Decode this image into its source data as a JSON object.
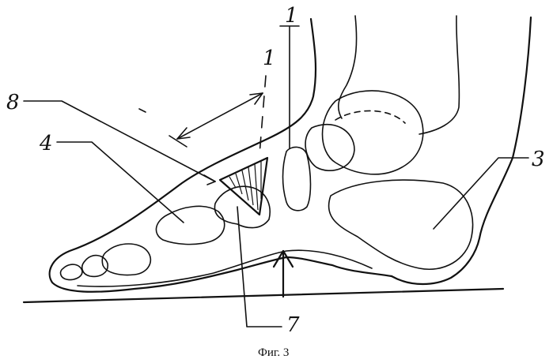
{
  "figure": {
    "caption": "Фиг. 3",
    "labels": {
      "one_top": "1",
      "one_dim": "1",
      "three": "3",
      "four": "4",
      "seven": "7",
      "eight": "8"
    }
  }
}
